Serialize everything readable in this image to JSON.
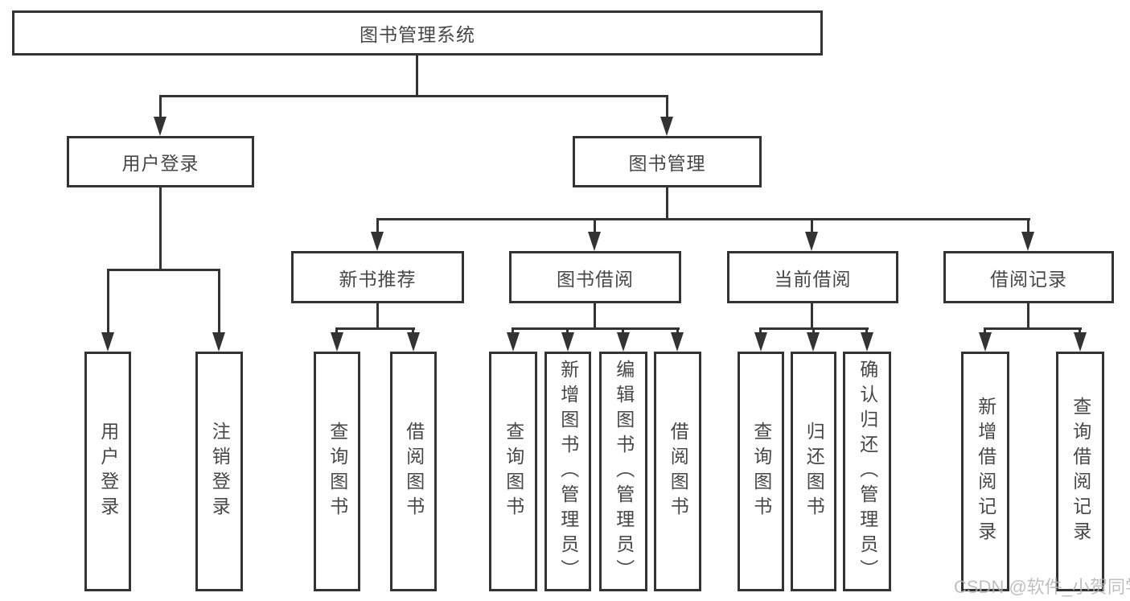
{
  "colors": {
    "line": "#333333",
    "text": "#474747",
    "watermark": "#b5b5b5"
  },
  "nodes": {
    "root": {
      "label": "图书管理系统"
    },
    "level2": [
      {
        "label": "用户登录"
      },
      {
        "label": "图书管理"
      }
    ],
    "level3": [
      {
        "label": "新书推荐"
      },
      {
        "label": "图书借阅"
      },
      {
        "label": "当前借阅"
      },
      {
        "label": "借阅记录"
      }
    ],
    "leaves": [
      {
        "label": "用户登录"
      },
      {
        "label": "注销登录"
      },
      {
        "label": "查询图书"
      },
      {
        "label": "借阅图书"
      },
      {
        "label": "查询图书"
      },
      {
        "label": "新增图书（管理员）"
      },
      {
        "label": "编辑图书（管理员）"
      },
      {
        "label": "借阅图书"
      },
      {
        "label": "查询图书"
      },
      {
        "label": "归还图书"
      },
      {
        "label": "确认归还（管理员）"
      },
      {
        "label": "新增借阅记录"
      },
      {
        "label": "查询借阅记录"
      }
    ]
  },
  "watermark": "CSDN @软件_小贺同学"
}
